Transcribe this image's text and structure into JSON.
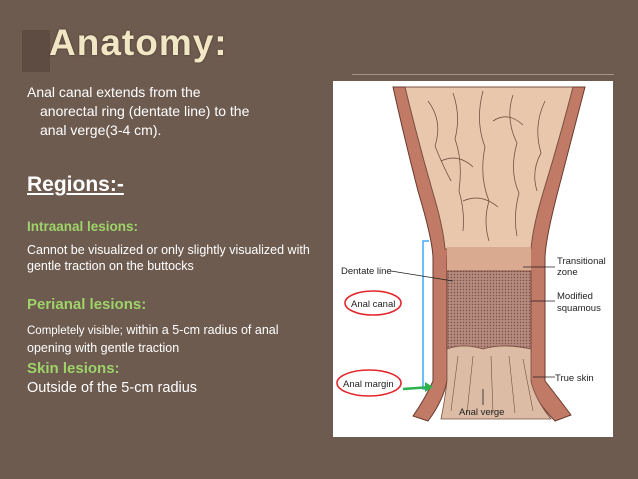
{
  "slide": {
    "title": "Anatomy:",
    "intro": {
      "line1": "Anal canal extends from the",
      "line2": "anorectal ring (dentate line) to the",
      "line3": "anal verge(3-4 cm)."
    },
    "regions_heading": "Regions:-",
    "sections": [
      {
        "heading": "Intraanal lesions:",
        "text": "Cannot be visualized or only slightly visualized with gentle traction on the buttocks"
      },
      {
        "heading": "Perianal lesions:",
        "text_small": "Completely visible;",
        "text_main": " within a 5-cm radius of anal opening with gentle traction"
      },
      {
        "heading": "Skin lesions:",
        "text": "Outside of the 5-cm radius"
      }
    ]
  },
  "figure": {
    "labels": {
      "dentate_line": "Dentate line",
      "anal_canal": "Anal canal",
      "anal_margin": "Anal margin",
      "transitional_1": "Transitional",
      "transitional_2": "zone",
      "modified_1": "Modified",
      "modified_2": "squamous",
      "true_skin": "True skin",
      "anal_verge": "Anal verge"
    },
    "colors": {
      "tissue": "#c07a66",
      "mucosa": "#e8c7ad",
      "squamous": "#a2776b",
      "bracket": "#3fa9f5",
      "circle": "#e3262b",
      "arrow": "#2bb24c"
    }
  }
}
